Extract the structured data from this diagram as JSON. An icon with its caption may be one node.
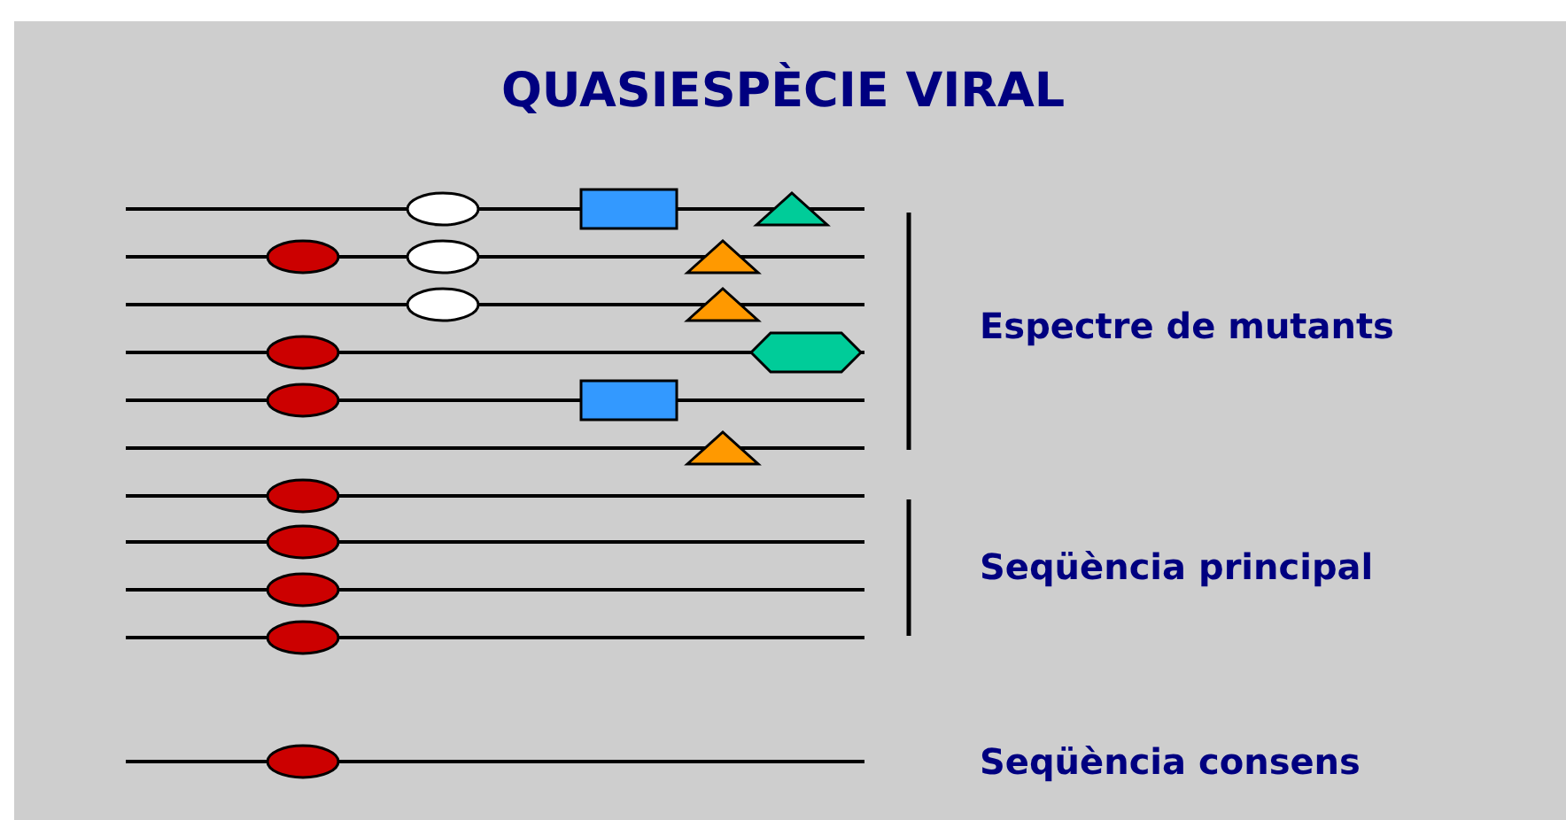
{
  "diagram": {
    "title": "QUASIESPÈCIE VIRAL",
    "labels": [
      "Espectre de mutants",
      "Seqüència principal",
      "Seqüència consens"
    ]
  }
}
